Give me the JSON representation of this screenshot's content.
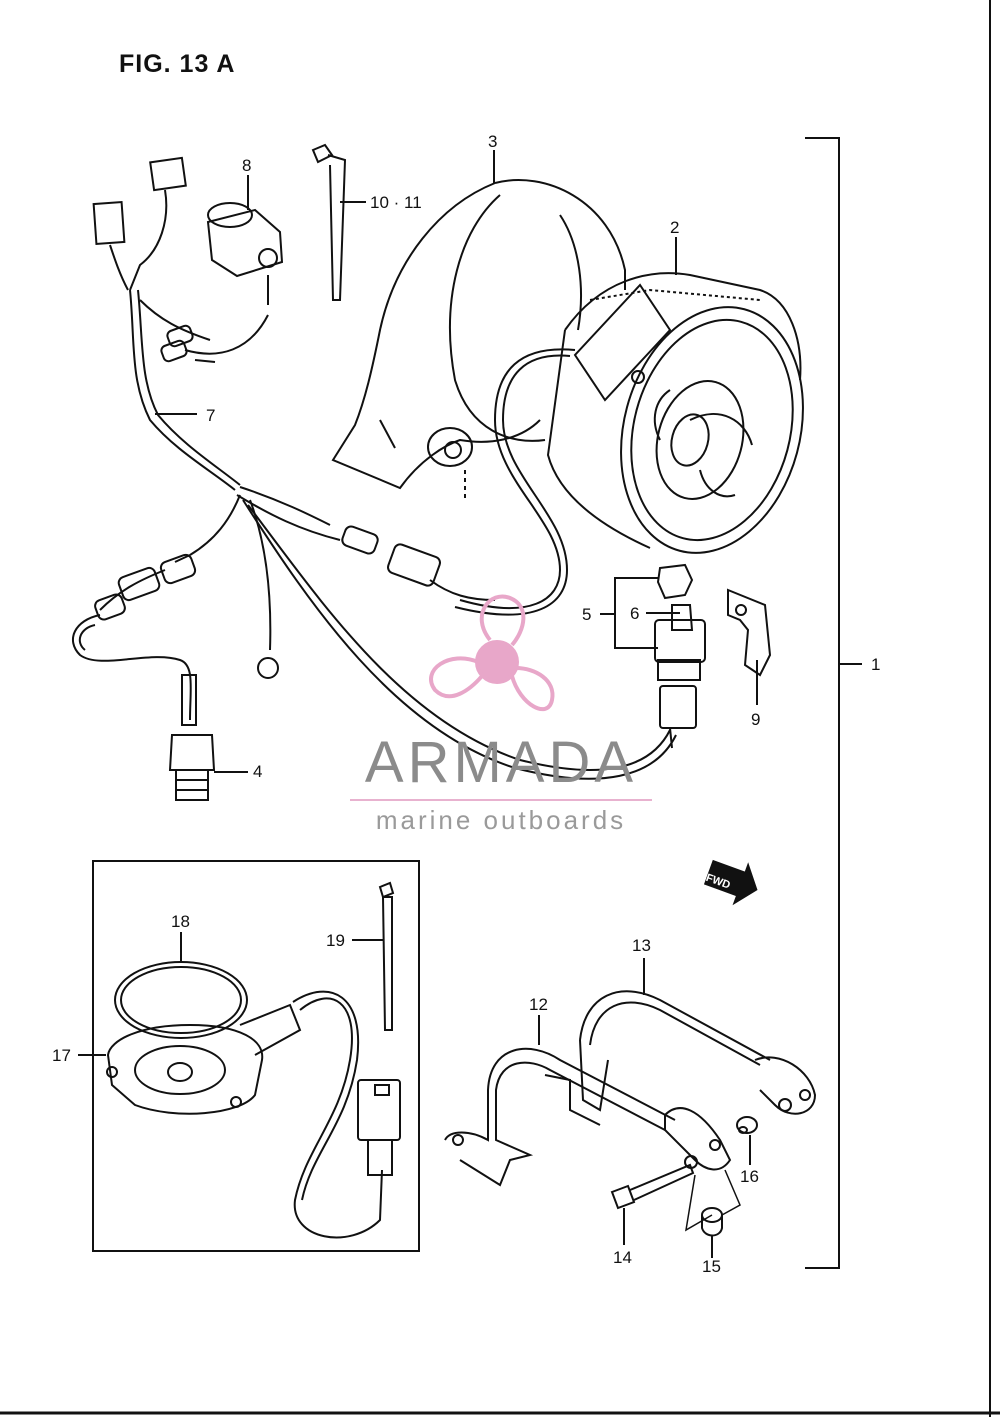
{
  "figure": {
    "title": "FIG. 13 A"
  },
  "callouts": {
    "p1": "1",
    "p2": "2",
    "p3": "3",
    "p4": "4",
    "p5": "5",
    "p6": "6",
    "p7": "7",
    "p8": "8",
    "p9": "9",
    "p10_11": "10 · 11",
    "p12": "12",
    "p13": "13",
    "p14": "14",
    "p15": "15",
    "p16": "16",
    "p17": "17",
    "p18": "18",
    "p19": "19"
  },
  "watermark": {
    "name": "ARMADA",
    "tagline": "marine outboards",
    "accent": "#e8a7c9",
    "text_color": "#8b8b8b"
  },
  "direction": {
    "label": "FWD"
  },
  "colors": {
    "line": "#111111",
    "background": "#ffffff"
  }
}
